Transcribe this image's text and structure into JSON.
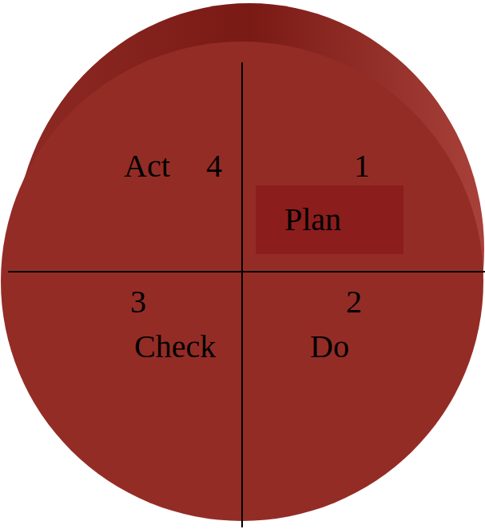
{
  "diagram": {
    "nodes": [
      {
        "text": [
          "Plan"
        ]
      }
    ],
    "labels": [
      "Act",
      "4",
      "1",
      "3",
      "2",
      "Check",
      "Do"
    ]
  }
}
